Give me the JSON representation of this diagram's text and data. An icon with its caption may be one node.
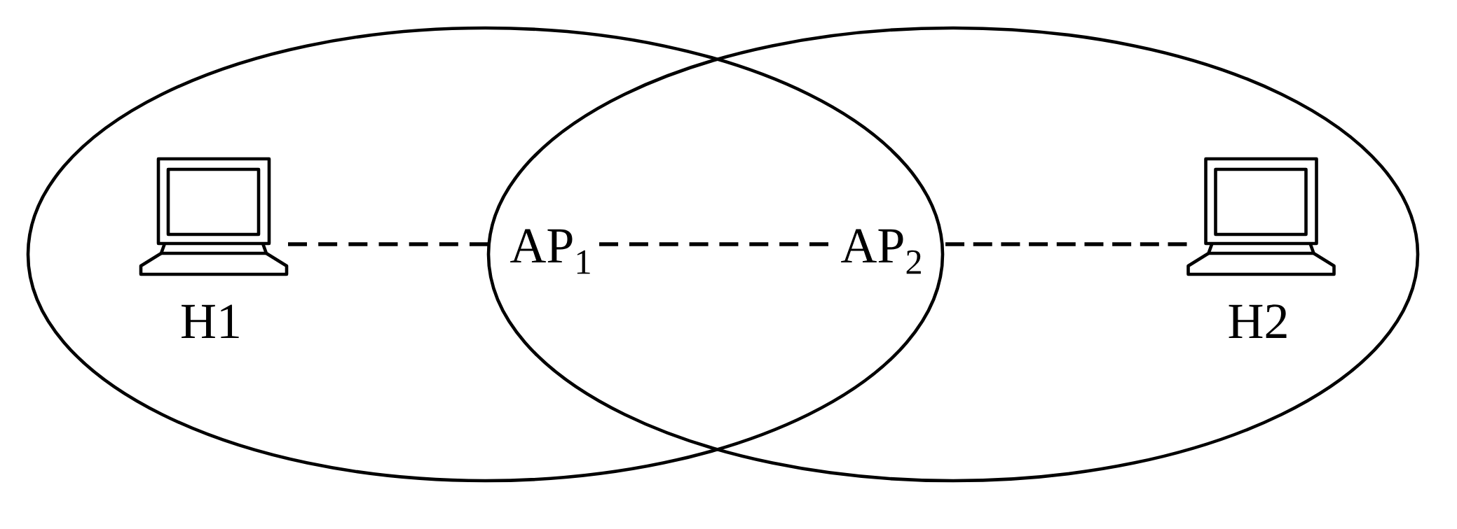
{
  "diagram": {
    "nodes": [
      {
        "text": [],
        "shape": "ellipse"
      },
      {
        "text": [],
        "shape": "ellipse"
      },
      {
        "text": [],
        "shape": "picture",
        "beside": [
          "H1"
        ],
        "in": 0
      },
      {
        "text": [
          "AP$_{1}$"
        ]
      },
      {
        "text": [
          "AP$_{2}$"
        ]
      },
      {
        "text": [],
        "shape": "picture",
        "beside": [
          "H2"
        ],
        "in": 1
      }
    ],
    "edges": [
      {
        "from": 2,
        "to": 3,
        "arrow": "none",
        "style": "dashed"
      },
      {
        "from": 3,
        "to": 4,
        "arrow": "none",
        "style": "dashed"
      },
      {
        "from": 4,
        "to": 5,
        "arrow": "none",
        "style": "dashed"
      }
    ]
  }
}
